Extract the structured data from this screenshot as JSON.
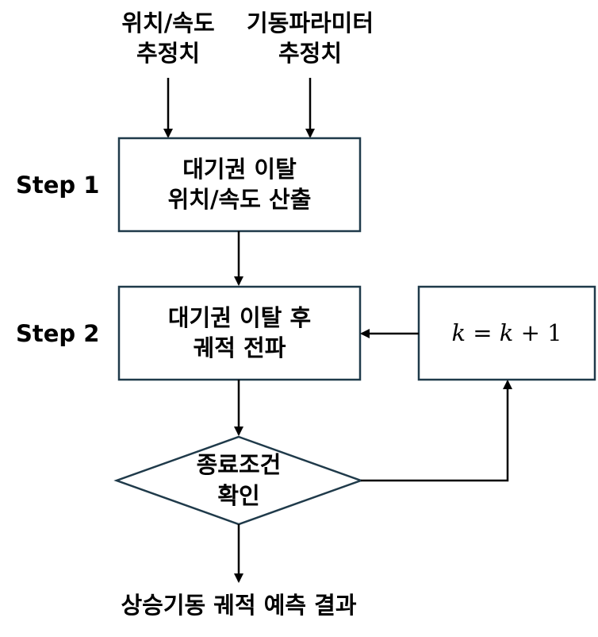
{
  "inputs": {
    "position_velocity": [
      "위치/속도",
      "추정치"
    ],
    "maneuver_params": [
      "기동파라미터",
      "추정치"
    ]
  },
  "steps": {
    "step1_label": "Step 1",
    "step2_label": "Step 2"
  },
  "boxes": {
    "step1": [
      "대기권 이탈",
      "위치/속도 산출"
    ],
    "step2": [
      "대기권 이탈 후",
      "궤적 전파"
    ],
    "increment": {
      "var_left": "k",
      "equals": "=",
      "var_right": "k",
      "plus": "+",
      "one": "1"
    }
  },
  "decision": [
    "종료조건",
    "확인"
  ],
  "output": "상승기동 궤적 예측 결과",
  "colors": {
    "stroke": "#1f3a4a",
    "arrow": "#000000",
    "text": "#000000"
  }
}
